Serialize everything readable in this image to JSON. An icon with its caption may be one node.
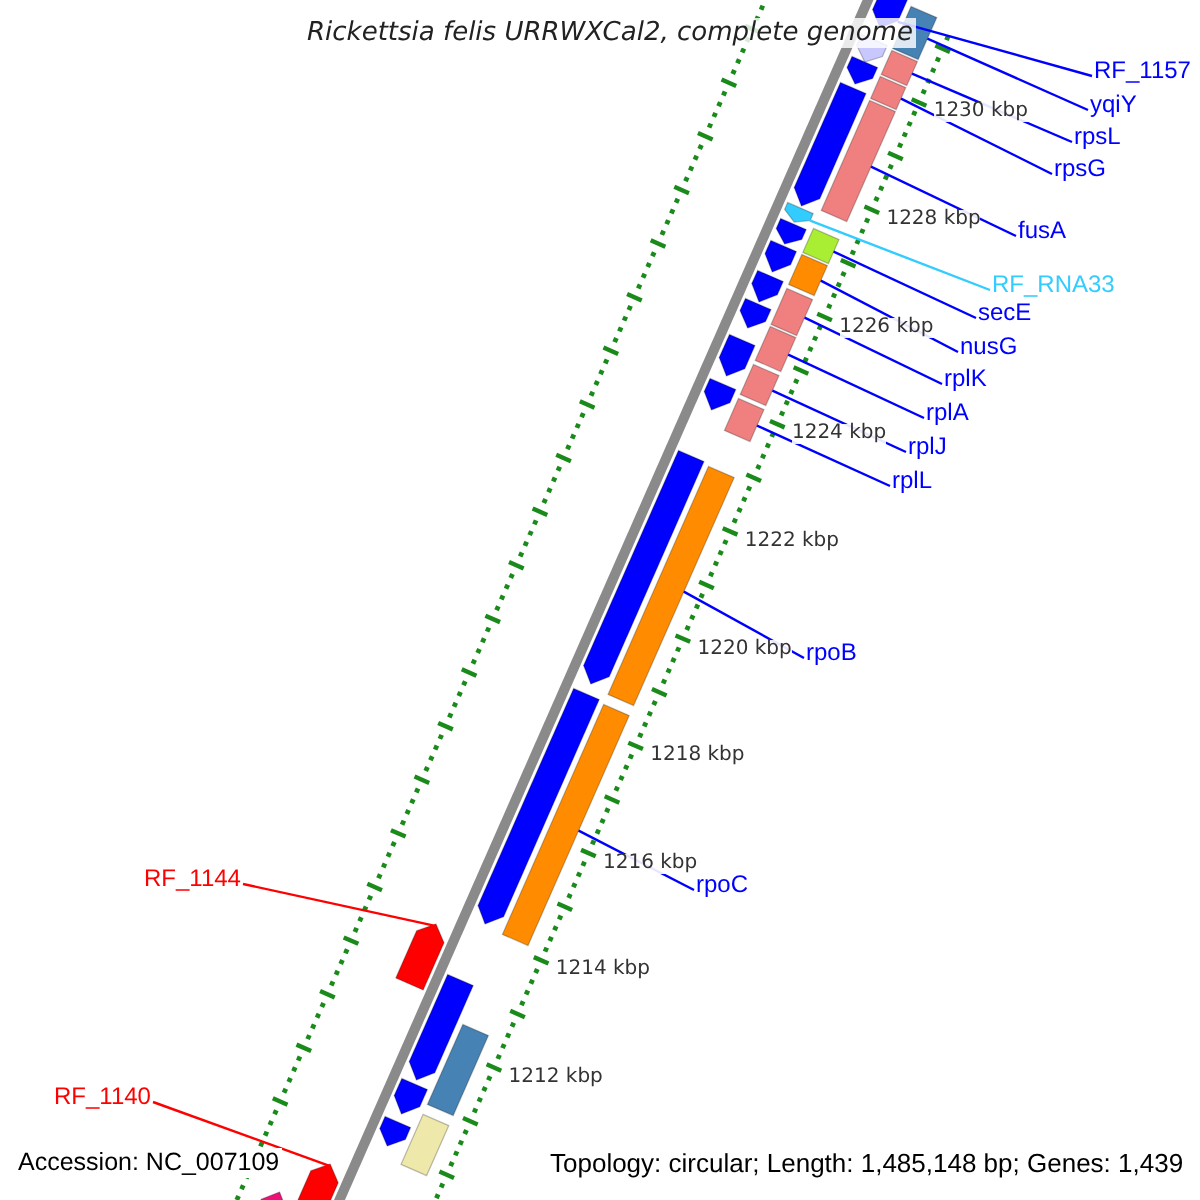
{
  "diagram": {
    "title": "Rickettsia felis URRWXCal2, complete genome",
    "nodes": [
      {
        "text": [
          "RF_1157"
        ]
      },
      {
        "text": [
          "yqiY"
        ]
      },
      {
        "text": [
          "rpsL"
        ]
      },
      {
        "text": [
          "rpsG"
        ]
      },
      {
        "text": [
          "fusA"
        ]
      },
      {
        "text": [
          "RF_RNA33"
        ]
      },
      {
        "text": [
          "secE"
        ]
      },
      {
        "text": [
          "nusG"
        ]
      },
      {
        "text": [
          "rplK"
        ]
      },
      {
        "text": [
          "rplA"
        ]
      },
      {
        "text": [
          "rplJ"
        ]
      },
      {
        "text": [
          "rplL"
        ]
      },
      {
        "text": [
          "rpoB"
        ]
      },
      {
        "text": [
          "rpoC"
        ]
      },
      {
        "text": [
          "RF_1144"
        ]
      },
      {
        "text": [
          "RF_1140"
        ]
      },
      {
        "text": [],
        "shape": "arrow"
      },
      {
        "text": [],
        "shape": "bar"
      },
      {
        "text": [],
        "shape": "arrow"
      },
      {
        "text": [],
        "shape": "bar"
      },
      {
        "text": [],
        "shape": "arrow"
      },
      {
        "text": [],
        "shape": "bar"
      },
      {
        "text": [],
        "shape": "arrow"
      },
      {
        "text": [],
        "shape": "bar"
      },
      {
        "text": [],
        "shape": "arrow"
      },
      {
        "text": [],
        "shape": "arrow"
      },
      {
        "text": [],
        "shape": "bar"
      },
      {
        "text": [],
        "shape": "arrow"
      },
      {
        "text": [],
        "shape": "bar"
      },
      {
        "text": [],
        "shape": "arrow"
      },
      {
        "text": [],
        "shape": "bar"
      },
      {
        "text": [],
        "shape": "arrow"
      },
      {
        "text": [],
        "shape": "bar"
      },
      {
        "text": [],
        "shape": "arrow"
      },
      {
        "text": [],
        "shape": "bar"
      },
      {
        "text": [],
        "shape": "arrow"
      },
      {
        "text": [],
        "shape": "bar"
      },
      {
        "text": [],
        "shape": "arrow"
      },
      {
        "text": [],
        "shape": "bar"
      },
      {
        "text": [],
        "shape": "arrow"
      },
      {
        "text": [],
        "shape": "bar"
      },
      {
        "text": [],
        "shape": "arrow"
      },
      {
        "text": [],
        "shape": "arrow"
      },
      {
        "text": [],
        "shape": "bar"
      },
      {
        "text": [],
        "shape": "arrow"
      },
      {
        "text": [],
        "shape": "bar"
      },
      {
        "text": [],
        "shape": "arrow"
      },
      {
        "text": [],
        "shape": "arrow"
      },
      {
        "text": [],
        "shape": "arrow"
      }
    ],
    "edges": [
      {
        "from": 0,
        "to": 16,
        "arrow": "none"
      },
      {
        "from": 1,
        "to": 17,
        "arrow": "none"
      },
      {
        "from": 2,
        "to": 19,
        "arrow": "none"
      },
      {
        "from": 3,
        "to": 21,
        "arrow": "none"
      },
      {
        "from": 4,
        "to": 23,
        "arrow": "none"
      },
      {
        "from": 5,
        "to": 24,
        "arrow": "none",
        "color": "#33ccff"
      },
      {
        "from": 6,
        "to": 26,
        "arrow": "none"
      },
      {
        "from": 7,
        "to": 28,
        "arrow": "none"
      },
      {
        "from": 8,
        "to": 30,
        "arrow": "none"
      },
      {
        "from": 9,
        "to": 32,
        "arrow": "none"
      },
      {
        "from": 10,
        "to": 34,
        "arrow": "none"
      },
      {
        "from": 11,
        "to": 36,
        "arrow": "none"
      },
      {
        "from": 12,
        "to": 38,
        "arrow": "none"
      },
      {
        "from": 13,
        "to": 40,
        "arrow": "none"
      },
      {
        "from": 14,
        "to": 41,
        "arrow": "none",
        "color": "#ff0000"
      },
      {
        "from": 15,
        "to": 47,
        "arrow": "none",
        "color": "#ff0000"
      }
    ],
    "labels": [
      "1230 kbp",
      "1228 kbp",
      "1226 kbp",
      "1224 kbp",
      "1222 kbp",
      "1220 kbp",
      "1218 kbp",
      "1216 kbp",
      "1214 kbp",
      "1212 kbp",
      "Accession: NC_007109",
      "Topology: circular; Length: 1,485,148 bp; Genes: 1,439"
    ]
  }
}
